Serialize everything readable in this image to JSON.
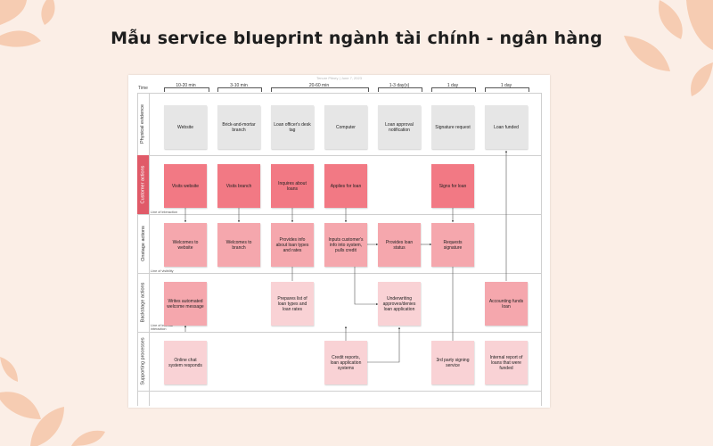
{
  "title": "Mẫu service blueprint ngành tài chính - ngân hàng",
  "colors": {
    "background": "#fbeee6",
    "decoration": "#f6c7a9",
    "customer_lane": "#e05a68",
    "note_gray": "#e6e6e6",
    "note_red": "#f27984",
    "note_pink": "#f5a7ad",
    "note_light": "#f9d2d5"
  },
  "board": {
    "caption": "Tenure Pitney | June 7, 2023",
    "time_label": "Time",
    "time_spans": [
      "10-20 min",
      "3-10 min",
      "20-60 min",
      "1-3 day(s)",
      "1 day",
      "1 day"
    ],
    "lanes": [
      "Physical evidence",
      "Customer actions",
      "Onstage actions",
      "Backstage actions",
      "Supporting processes"
    ],
    "line_labels": {
      "interaction": "Line of interaction",
      "visibility": "Line of visibility",
      "internal": "Line of internal interaction"
    },
    "notes": {
      "physical": [
        "Website",
        "Brick-and-mortar branch",
        "Loan officer's desk tag",
        "Computer",
        "Loan approval notification",
        "Signature request",
        "Loan funded"
      ],
      "customer": [
        "Visits website",
        "Visits branch",
        "Inquires about loans",
        "Applies for loan",
        "Signs for loan"
      ],
      "onstage": [
        "Welcomes to website",
        "Welcomes to branch",
        "Provides info about loan types and rates",
        "Inputs customer's info into system, pulls credit",
        "Provides loan status",
        "Requests signature"
      ],
      "backstage": [
        "Writes automated welcome message",
        "Prepares list of loan types and loan rates",
        "Underwriting approves/denies loan application",
        "Accounting funds loan"
      ],
      "supporting": [
        "Online chat system responds",
        "Credit reports, loan application systems",
        "3rd party signing service",
        "Internal report of loans that were funded"
      ]
    }
  }
}
